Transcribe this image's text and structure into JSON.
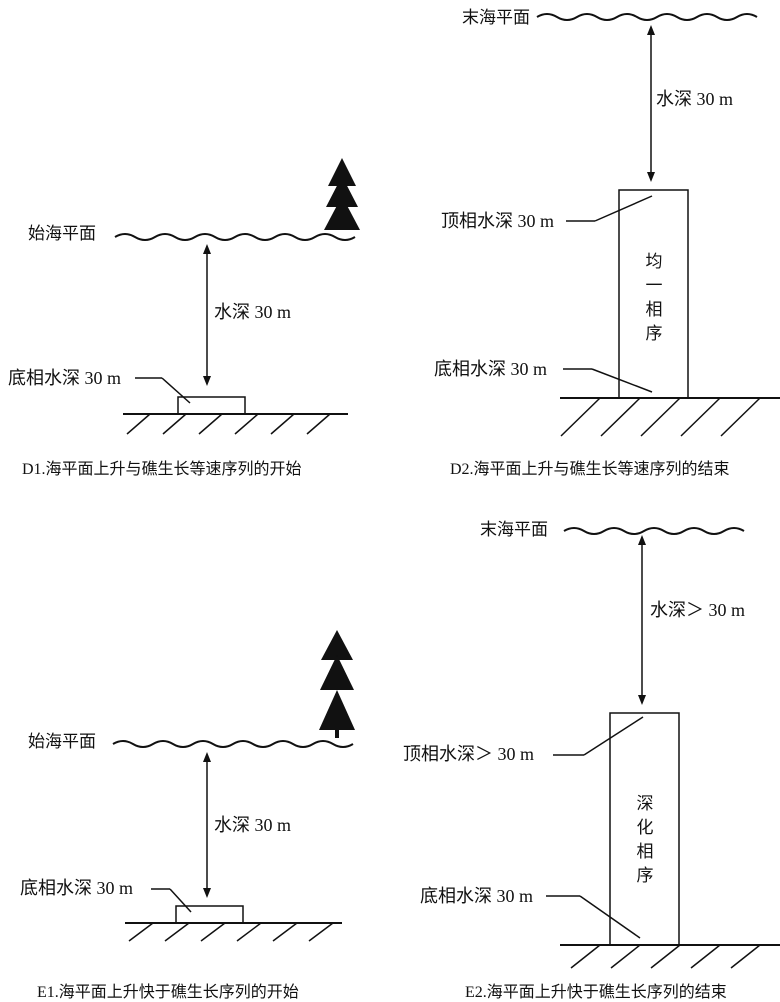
{
  "d1": {
    "start_sea": "始海平面",
    "depth": "水深 30 m",
    "base_depth": "底相水深 30 m",
    "caption": "D1.海平面上升与礁生长等速序列的开始"
  },
  "d2": {
    "end_sea": "末海平面",
    "depth": "水深 30 m",
    "top_depth": "顶相水深 30 m",
    "base_depth": "底相水深 30 m",
    "sequence_label": "均一相序",
    "caption": "D2.海平面上升与礁生长等速序列的结束"
  },
  "e1": {
    "start_sea": "始海平面",
    "depth": "水深 30 m",
    "base_depth": "底相水深 30 m",
    "caption": "E1.海平面上升快于礁生长序列的开始"
  },
  "e2": {
    "end_sea": "末海平面",
    "depth": "水深＞ 30 m",
    "top_depth": "顶相水深＞ 30 m",
    "base_depth": "底相水深 30 m",
    "sequence_label": "深化相序",
    "caption": "E2.海平面上升快于礁生长序列的结束"
  },
  "colors": {
    "ink": "#111111",
    "background": "#ffffff"
  }
}
